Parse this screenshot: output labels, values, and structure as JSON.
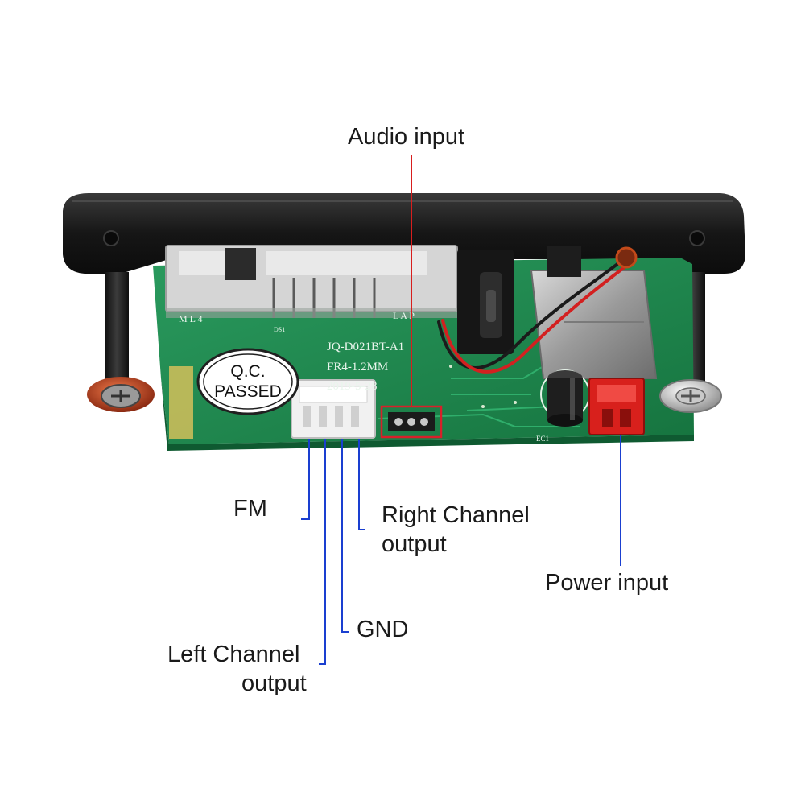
{
  "labels": {
    "audio_input": "Audio input",
    "fm": "FM",
    "right_channel_line1": "Right Channel",
    "right_channel_line2": "output",
    "power_input": "Power input",
    "gnd": "GND",
    "left_channel_line1": "Left Channel",
    "left_channel_line2": "output"
  },
  "board_markings": {
    "model": "JQ-D021BT-A1",
    "material": "FR4-1.2MM",
    "date": "2019-5-28",
    "qc_line1": "Q.C.",
    "qc_line2": "PASSED",
    "silk_left": "M L 4",
    "silk_right": "L A P",
    "silk_small": "DS1",
    "cap_label": "EC1"
  },
  "colors": {
    "pcb": "#1f8a52",
    "bezel": "#1b1b1b",
    "audio_line": "#d81e1e",
    "channel_lines": "#1a3fd0",
    "power_connector": "#d8201c"
  }
}
